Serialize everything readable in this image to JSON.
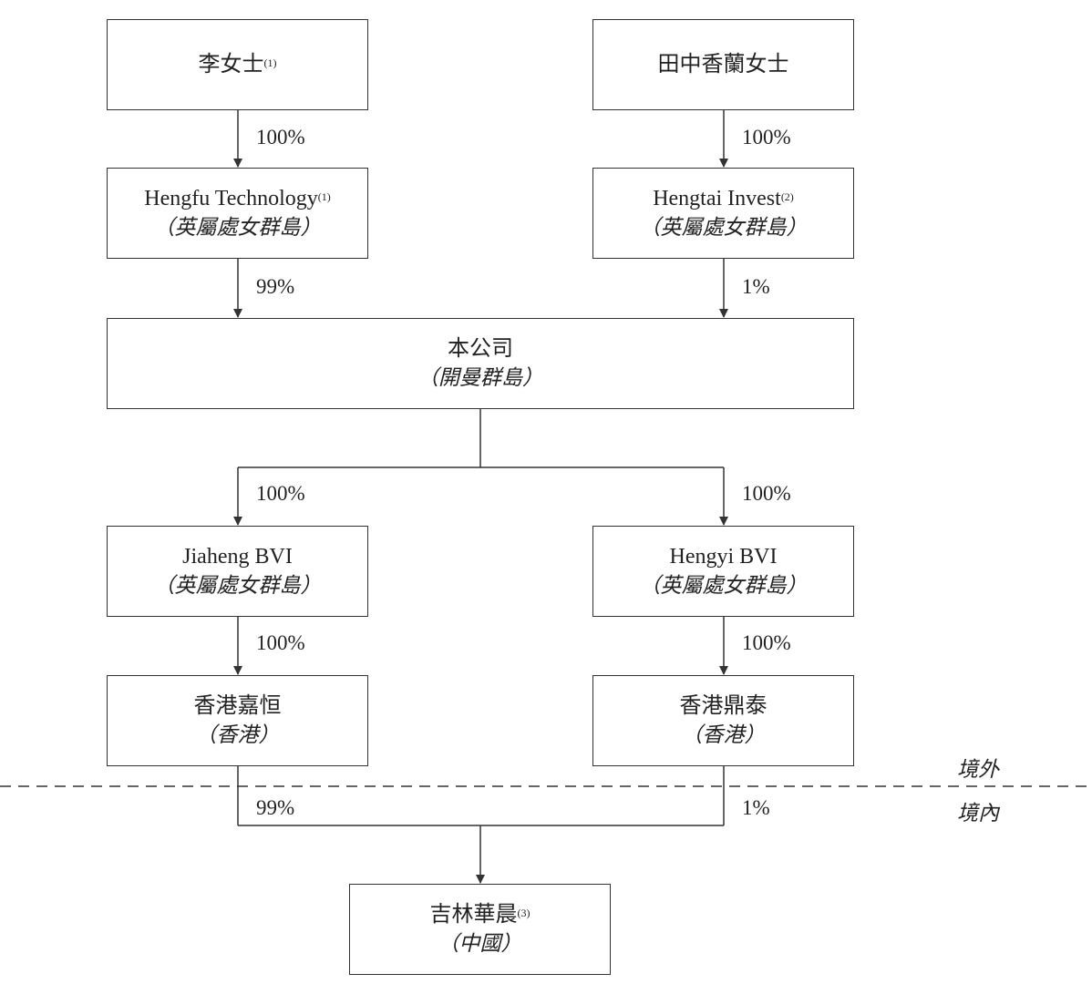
{
  "entities": {
    "ms_li": {
      "name": "李女士",
      "note": "(1)"
    },
    "ms_tanaka": {
      "name": "田中香蘭女士"
    },
    "hengfu": {
      "name": "Hengfu Technology",
      "note": "(1)",
      "jurisdiction": "（英屬處女群島）"
    },
    "hengtai": {
      "name": "Hengtai Invest",
      "note": "(2)",
      "jurisdiction": "（英屬處女群島）"
    },
    "company": {
      "name": "本公司",
      "jurisdiction": "（開曼群島）"
    },
    "jiaheng_bvi": {
      "name": "Jiaheng BVI",
      "jurisdiction": "（英屬處女群島）"
    },
    "hengyi_bvi": {
      "name": "Hengyi BVI",
      "jurisdiction": "（英屬處女群島）"
    },
    "hk_jiaheng": {
      "name": "香港嘉恒",
      "jurisdiction": "（香港）"
    },
    "hk_dingtai": {
      "name": "香港鼎泰",
      "jurisdiction": "（香港）"
    },
    "jilin_huachen": {
      "name": "吉林華晨",
      "note": "(3)",
      "jurisdiction": "（中國）"
    }
  },
  "ownership": {
    "li_to_hengfu": "100%",
    "tanaka_to_hengtai": "100%",
    "hengfu_to_company": "99%",
    "hengtai_to_company": "1%",
    "company_to_jiaheng": "100%",
    "company_to_hengyi": "100%",
    "jiaheng_to_hkjiaheng": "100%",
    "hengyi_to_hkdingtai": "100%",
    "hkjiaheng_to_jilin": "99%",
    "hkdingtai_to_jilin": "1%"
  },
  "regions": {
    "offshore": "境外",
    "onshore": "境內"
  }
}
